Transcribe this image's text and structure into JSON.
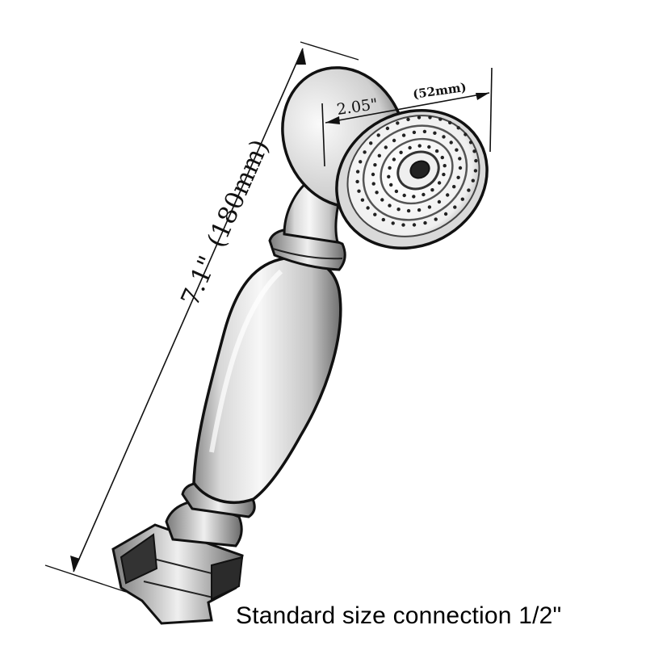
{
  "dimensions": {
    "length": {
      "imperial": "7.1\"",
      "metric": "(180mm)"
    },
    "head_diameter": {
      "imperial": "2.05\"",
      "metric": "(52mm)"
    }
  },
  "caption": "Standard size connection 1/2\"",
  "colors": {
    "ink": "#111111",
    "metal_light": "#f4f4f4",
    "metal_shade": "#9a9a9a",
    "background": "#ffffff"
  }
}
